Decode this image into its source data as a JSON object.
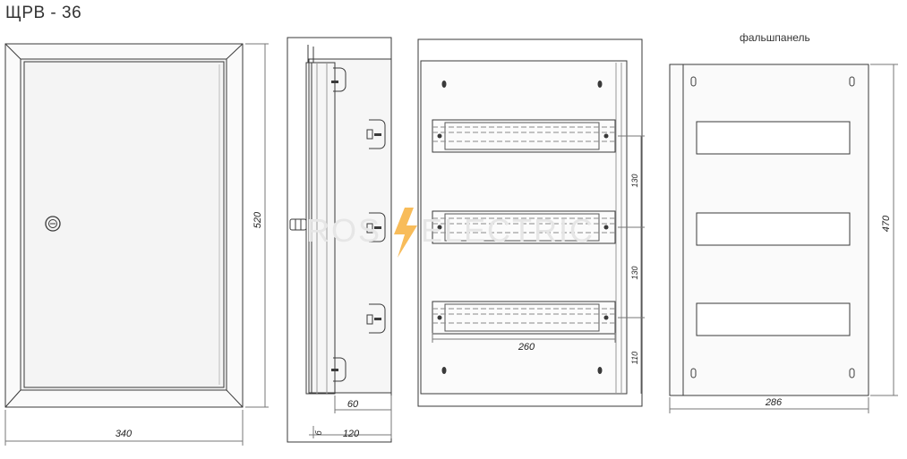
{
  "title": "ЩРВ - 36",
  "false_panel_label": "фальшпанель",
  "watermark": {
    "left": "ROS",
    "right": "ELECTRIC"
  },
  "dimensions": {
    "front_width": "340",
    "front_height": "520",
    "side_depth_inner": "60",
    "side_depth_total": "120",
    "side_gap": "б",
    "rail_width": "260",
    "rail_pitch_1": "130",
    "rail_pitch_2": "130",
    "rail_bottom": "110",
    "panel_width": "286",
    "panel_height": "470"
  },
  "colors": {
    "line": "#3a3a3a",
    "accent": "#f5a623"
  }
}
